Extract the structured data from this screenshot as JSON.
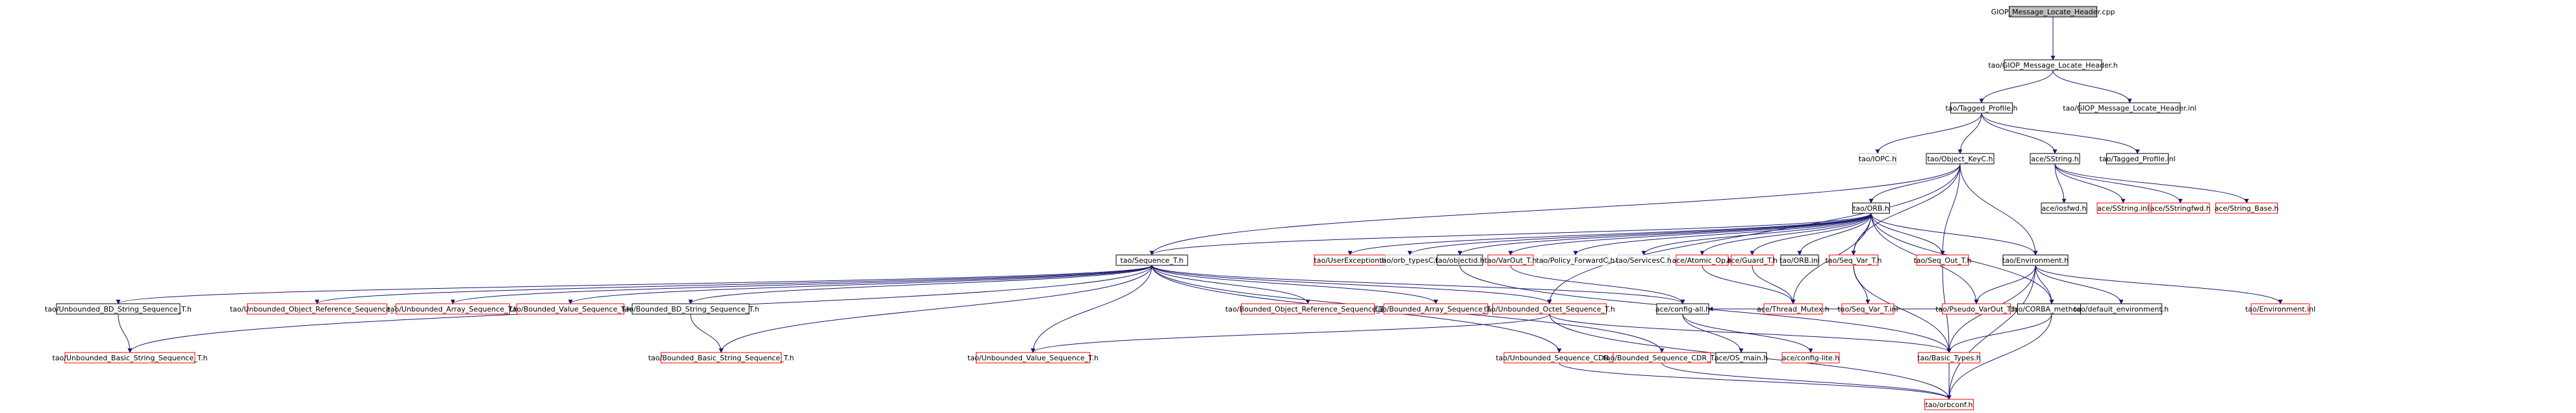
{
  "colors": {
    "edge": "#191970",
    "box_black": "#000000",
    "box_red": "#ff0000",
    "box_gray": "#bfbfbf",
    "root_fill": "#bfbfbf",
    "text": "#000000"
  },
  "nodes": [
    {
      "id": "root",
      "label": "GIOP_Message_Locate_Header.cpp",
      "style": "root"
    },
    {
      "id": "gmlh",
      "label": "tao/GIOP_Message_Locate_Header.h",
      "style": "black"
    },
    {
      "id": "tp",
      "label": "tao/Tagged_Profile.h",
      "style": "black"
    },
    {
      "id": "gmlhi",
      "label": "tao/GIOP_Message_Locate_Header.inl",
      "style": "black"
    },
    {
      "id": "iopc",
      "label": "tao/IOPC.h",
      "style": "gray"
    },
    {
      "id": "objkey",
      "label": "tao/Object_KeyC.h",
      "style": "black"
    },
    {
      "id": "sstring",
      "label": "ace/SString.h",
      "style": "black"
    },
    {
      "id": "tpi",
      "label": "tao/Tagged_Profile.inl",
      "style": "black"
    },
    {
      "id": "orb",
      "label": "tao/ORB.h",
      "style": "black"
    },
    {
      "id": "iosfwd",
      "label": "ace/iosfwd.h",
      "style": "black"
    },
    {
      "id": "sstringinl",
      "label": "ace/SString.inl",
      "style": "red"
    },
    {
      "id": "sstringfwd",
      "label": "ace/SStringfwd.h",
      "style": "red"
    },
    {
      "id": "strbase",
      "label": "ace/String_Base.h",
      "style": "red"
    },
    {
      "id": "seqt",
      "label": "tao/Sequence_T.h",
      "style": "black"
    },
    {
      "id": "userex",
      "label": "tao/UserException.h",
      "style": "red"
    },
    {
      "id": "orbtypes",
      "label": "tao/orb_typesC.h",
      "style": "gray"
    },
    {
      "id": "objectid",
      "label": "tao/objectid.h",
      "style": "black"
    },
    {
      "id": "varout",
      "label": "tao/VarOut_T.h",
      "style": "red"
    },
    {
      "id": "policyfwd",
      "label": "tao/Policy_ForwardC.h",
      "style": "gray"
    },
    {
      "id": "services",
      "label": "tao/ServicesC.h",
      "style": "gray"
    },
    {
      "id": "atomic",
      "label": "ace/Atomic_Op.h",
      "style": "red"
    },
    {
      "id": "guard",
      "label": "ace/Guard_T.h",
      "style": "red"
    },
    {
      "id": "orbinl",
      "label": "tao/ORB.inl",
      "style": "black"
    },
    {
      "id": "seqvar",
      "label": "tao/Seq_Var_T.h",
      "style": "red"
    },
    {
      "id": "seqout",
      "label": "tao/Seq_Out_T.h",
      "style": "red"
    },
    {
      "id": "env",
      "label": "tao/Environment.h",
      "style": "black"
    },
    {
      "id": "ubdstr",
      "label": "tao/Unbounded_BD_String_Sequence_T.h",
      "style": "black"
    },
    {
      "id": "uobjref",
      "label": "tao/Unbounded_Object_Reference_Sequence_T.h",
      "style": "red"
    },
    {
      "id": "uarr",
      "label": "tao/Unbounded_Array_Sequence_T.h",
      "style": "red"
    },
    {
      "id": "bval",
      "label": "tao/Bounded_Value_Sequence_T.h",
      "style": "red"
    },
    {
      "id": "bbdstr",
      "label": "tao/Bounded_BD_String_Sequence_T.h",
      "style": "black"
    },
    {
      "id": "bobjref",
      "label": "tao/Bounded_Object_Reference_Sequence_T.h",
      "style": "red"
    },
    {
      "id": "barr",
      "label": "tao/Bounded_Array_Sequence_T.h",
      "style": "red"
    },
    {
      "id": "uoct",
      "label": "tao/Unbounded_Octet_Sequence_T.h",
      "style": "red"
    },
    {
      "id": "configall",
      "label": "ace/config-all.h",
      "style": "black"
    },
    {
      "id": "thrmutex",
      "label": "ace/Thread_Mutex.h",
      "style": "red"
    },
    {
      "id": "seqvarinl",
      "label": "tao/Seq_Var_T.inl",
      "style": "red"
    },
    {
      "id": "pseudovar",
      "label": "tao/Pseudo_VarOut_T.h",
      "style": "red"
    },
    {
      "id": "corbam",
      "label": "tao/CORBA_methods.h",
      "style": "black"
    },
    {
      "id": "defenv",
      "label": "tao/default_environment.h",
      "style": "black"
    },
    {
      "id": "envinl",
      "label": "tao/Environment.inl",
      "style": "red"
    },
    {
      "id": "ubasicstr",
      "label": "tao/Unbounded_Basic_String_Sequence_T.h",
      "style": "red"
    },
    {
      "id": "bbasicstr",
      "label": "tao/Bounded_Basic_String_Sequence_T.h",
      "style": "red"
    },
    {
      "id": "uval",
      "label": "tao/Unbounded_Value_Sequence_T.h",
      "style": "red"
    },
    {
      "id": "useqcdr",
      "label": "tao/Unbounded_Sequence_CDR_T.h",
      "style": "red"
    },
    {
      "id": "bseqcdr",
      "label": "tao/Bounded_Sequence_CDR_T.h",
      "style": "red"
    },
    {
      "id": "osmain",
      "label": "ace/OS_main.h",
      "style": "black"
    },
    {
      "id": "configlite",
      "label": "ace/config-lite.h",
      "style": "red"
    },
    {
      "id": "basictypes",
      "label": "tao/Basic_Types.h",
      "style": "red"
    },
    {
      "id": "orbconf",
      "label": "tao/orbconf.h",
      "style": "red"
    }
  ],
  "edges": [
    [
      "root",
      "gmlh"
    ],
    [
      "gmlh",
      "tp"
    ],
    [
      "gmlh",
      "gmlhi"
    ],
    [
      "tp",
      "iopc"
    ],
    [
      "tp",
      "objkey"
    ],
    [
      "tp",
      "sstring"
    ],
    [
      "tp",
      "tpi"
    ],
    [
      "sstring",
      "iosfwd"
    ],
    [
      "sstring",
      "sstringinl"
    ],
    [
      "sstring",
      "sstringfwd"
    ],
    [
      "sstring",
      "strbase"
    ],
    [
      "objkey",
      "orb"
    ],
    [
      "objkey",
      "seqt"
    ],
    [
      "objkey",
      "seqvar"
    ],
    [
      "objkey",
      "seqout"
    ],
    [
      "objkey",
      "env"
    ],
    [
      "objkey",
      "uoct"
    ],
    [
      "orb",
      "seqt"
    ],
    [
      "orb",
      "userex"
    ],
    [
      "orb",
      "orbtypes"
    ],
    [
      "orb",
      "objectid"
    ],
    [
      "orb",
      "varout"
    ],
    [
      "orb",
      "policyfwd"
    ],
    [
      "orb",
      "services"
    ],
    [
      "orb",
      "atomic"
    ],
    [
      "orb",
      "guard"
    ],
    [
      "orb",
      "orbinl"
    ],
    [
      "orb",
      "seqvar"
    ],
    [
      "orb",
      "seqout"
    ],
    [
      "orb",
      "env"
    ],
    [
      "orb",
      "thrmutex"
    ],
    [
      "orb",
      "corbam"
    ],
    [
      "orb",
      "pseudovar"
    ],
    [
      "seqt",
      "ubdstr"
    ],
    [
      "seqt",
      "uobjref"
    ],
    [
      "seqt",
      "uarr"
    ],
    [
      "seqt",
      "bval"
    ],
    [
      "seqt",
      "bbdstr"
    ],
    [
      "seqt",
      "bobjref"
    ],
    [
      "seqt",
      "barr"
    ],
    [
      "seqt",
      "uoct"
    ],
    [
      "seqt",
      "ubasicstr"
    ],
    [
      "seqt",
      "bbasicstr"
    ],
    [
      "seqt",
      "uval"
    ],
    [
      "seqt",
      "useqcdr"
    ],
    [
      "seqt",
      "bseqcdr"
    ],
    [
      "seqt",
      "configall"
    ],
    [
      "ubdstr",
      "ubasicstr"
    ],
    [
      "bbdstr",
      "bbasicstr"
    ],
    [
      "uoct",
      "uval"
    ],
    [
      "uoct",
      "basictypes"
    ],
    [
      "uoct",
      "orbconf"
    ],
    [
      "atomic",
      "thrmutex"
    ],
    [
      "guard",
      "thrmutex"
    ],
    [
      "seqvar",
      "seqvarinl"
    ],
    [
      "seqvar",
      "basictypes"
    ],
    [
      "seqout",
      "basictypes"
    ],
    [
      "env",
      "pseudovar"
    ],
    [
      "env",
      "corbam"
    ],
    [
      "env",
      "defenv"
    ],
    [
      "env",
      "envinl"
    ],
    [
      "env",
      "basictypes"
    ],
    [
      "env",
      "orbconf"
    ],
    [
      "corbam",
      "basictypes"
    ],
    [
      "corbam",
      "orbconf"
    ],
    [
      "configall",
      "osmain"
    ],
    [
      "configall",
      "configlite"
    ],
    [
      "useqcdr",
      "orbconf"
    ],
    [
      "bseqcdr",
      "orbconf"
    ],
    [
      "basictypes",
      "orbconf"
    ],
    [
      "objectid",
      "basictypes"
    ],
    [
      "varout",
      "configall"
    ],
    [
      "pseudovar",
      "configall"
    ]
  ]
}
